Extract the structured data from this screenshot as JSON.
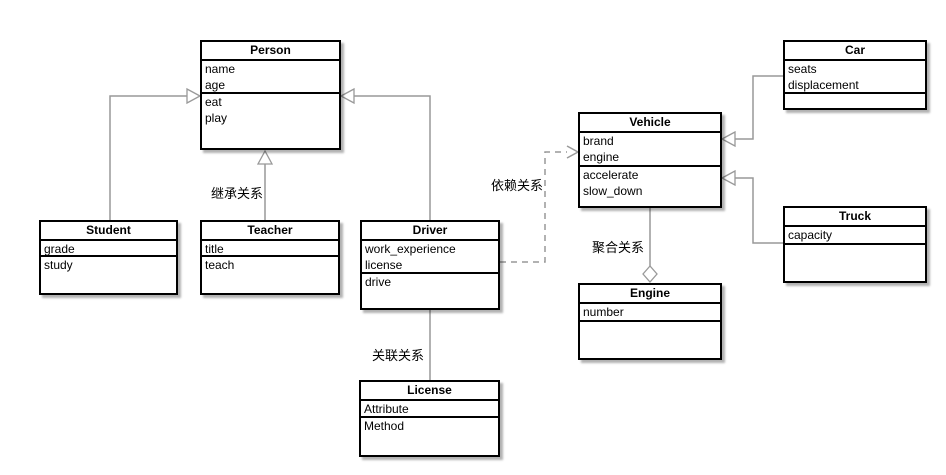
{
  "diagram": {
    "classes": {
      "person": {
        "title": "Person",
        "attributes": [
          "name",
          "age"
        ],
        "methods": [
          "eat",
          "play"
        ]
      },
      "student": {
        "title": "Student",
        "attributes": [
          "grade"
        ],
        "methods": [
          "study"
        ]
      },
      "teacher": {
        "title": "Teacher",
        "attributes": [
          "title"
        ],
        "methods": [
          "teach"
        ]
      },
      "driver": {
        "title": "Driver",
        "attributes": [
          "work_experience",
          "license"
        ],
        "methods": [
          "drive"
        ]
      },
      "license": {
        "title": "License",
        "attributes": [
          "Attribute"
        ],
        "methods": [
          "Method"
        ]
      },
      "vehicle": {
        "title": "Vehicle",
        "attributes": [
          "brand",
          "engine"
        ],
        "methods": [
          "accelerate",
          "slow_down"
        ]
      },
      "engine": {
        "title": "Engine",
        "attributes": [
          "number"
        ],
        "methods": []
      },
      "car": {
        "title": "Car",
        "attributes": [
          "seats",
          "displacement"
        ],
        "methods": []
      },
      "truck": {
        "title": "Truck",
        "attributes": [
          "capacity"
        ],
        "methods": []
      }
    },
    "edge_labels": {
      "inheritance": "继承关系",
      "dependency": "依赖关系",
      "association": "关联关系",
      "aggregation": "聚合关系"
    },
    "colors": {
      "line": "#999999",
      "border": "#000000",
      "box_fill": "#ffffff",
      "shadow": "rgba(0,0,0,0.3)",
      "background": "#ffffff"
    }
  }
}
